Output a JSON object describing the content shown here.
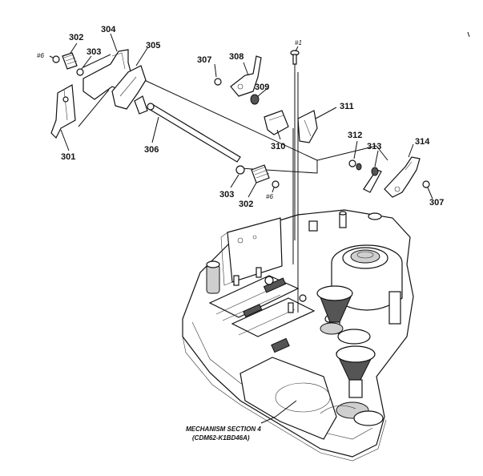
{
  "callouts": {
    "c301": "301",
    "c302a": "302",
    "c302b": "302",
    "c303a": "303",
    "c303b": "303",
    "c304": "304",
    "c305": "305",
    "c306": "306",
    "c307a": "307",
    "c307b": "307",
    "c308": "308",
    "c309": "309",
    "c310": "310",
    "c311": "311",
    "c312": "312",
    "c313": "313",
    "c314": "314",
    "ref6a": "#6",
    "ref6b": "#6",
    "ref1": "#1"
  },
  "caption": {
    "line1": "MECHANISM SECTION 4",
    "line2": "(CDM62-K1BD46A)"
  }
}
